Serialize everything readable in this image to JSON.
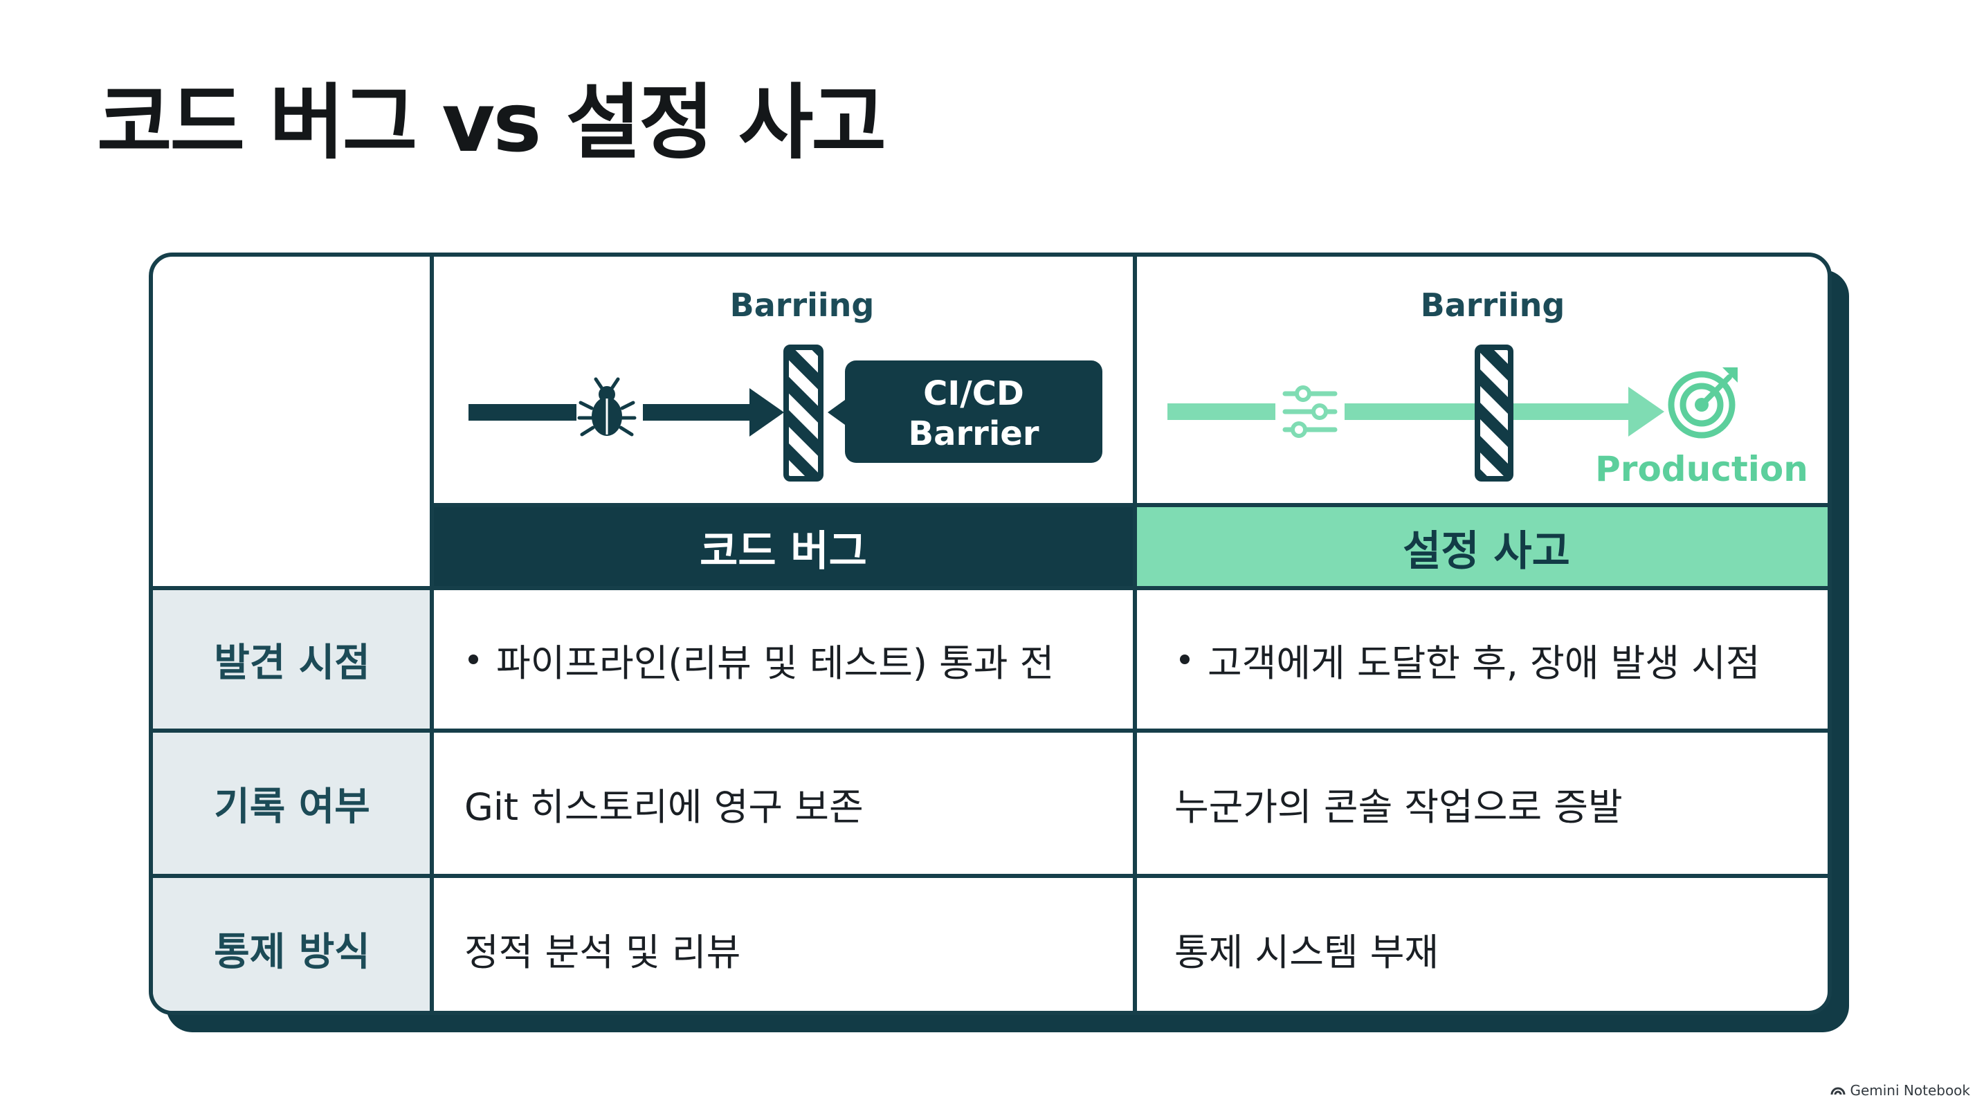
{
  "title": "코드 버그 vs 설정 사고",
  "diagram": {
    "code": {
      "barrier_label": "Barriing",
      "ci_box_line1": "CI/CD",
      "ci_box_line2": "Barrier",
      "icons": [
        "bug-icon",
        "barrier-icon",
        "arrow-icon"
      ]
    },
    "config": {
      "barrier_label": "Barriing",
      "production_label": "Production",
      "icons": [
        "sliders-icon",
        "barrier-icon",
        "target-icon",
        "arrow-icon"
      ]
    },
    "colors": {
      "dark": "#123b46",
      "mint": "#7fdcb3",
      "mint_text": "#5ccf9c"
    }
  },
  "table": {
    "columns": [
      "코드 버그",
      "설정 사고"
    ],
    "rows": [
      {
        "label": "발견 시점",
        "code": "파이프라인(리뷰 및 테스트) 통과 전",
        "config": "고객에게 도달한 후, 장애 발생 시점",
        "bulleted": true
      },
      {
        "label": "기록 여부",
        "code": "Git 히스토리에 영구 보존",
        "config": "누군가의 콘솔 작업으로 증발",
        "bulleted": false
      },
      {
        "label": "통제 방식",
        "code": "정적 분석 및 리뷰",
        "config": "통제 시스템 부재",
        "bulleted": false
      }
    ]
  },
  "footer": {
    "brand": "Gemini Notebook"
  }
}
